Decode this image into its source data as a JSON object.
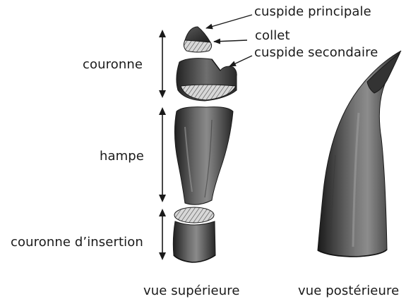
{
  "labels": {
    "cuspide_principale": "cuspide principale",
    "collet": "collet",
    "cuspide_secondaire": "cuspide secondaire",
    "couronne": "couronne",
    "hampe": "hampe",
    "couronne_insertion": "couronne d’insertion"
  },
  "views": {
    "superieure": "vue supérieure",
    "posterieure": "vue postérieure"
  },
  "colors": {
    "background": "#ffffff",
    "ink": "#1a1a1a",
    "specimen_dark": "#2b2b2b",
    "specimen_mid": "#6e6e6e",
    "specimen_light": "#b8b8b8"
  }
}
